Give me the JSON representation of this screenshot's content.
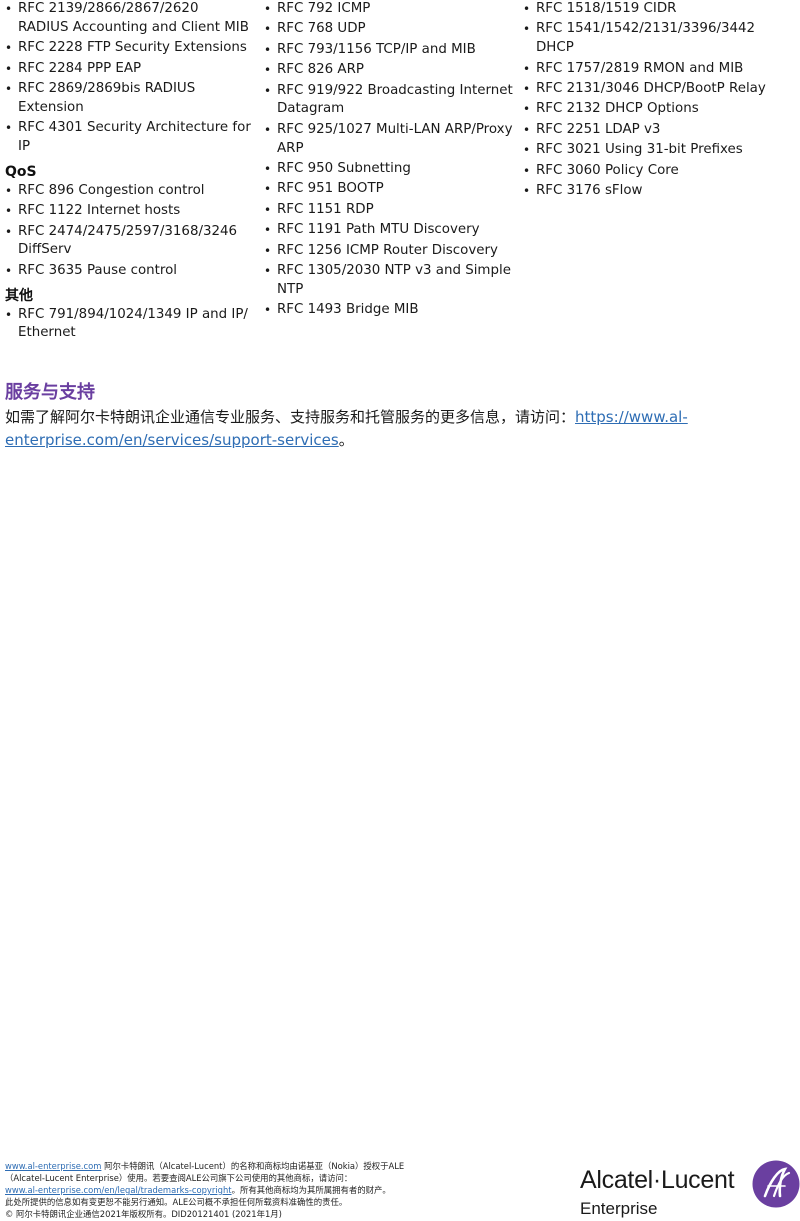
{
  "column1": {
    "list_top": [
      "RFC 2139/2866/2867/2620 RADIUS Accounting and Client MIB",
      "RFC 2228 FTP Security Extensions",
      "RFC 2284 PPP EAP",
      "RFC 2869/2869bis RADIUS Extension",
      "RFC 4301 Security Architecture for IP"
    ],
    "qos_heading": "QoS",
    "qos_items": [
      "RFC 896 Congestion control",
      "RFC 1122 Internet hosts",
      "RFC 2474/2475/2597/3168/3246 DiffServ",
      "RFC 3635 Pause control"
    ],
    "other_heading": "其他",
    "other_items": [
      "RFC 791/894/1024/1349 IP and IP/ Ethernet"
    ]
  },
  "column2": {
    "items": [
      "RFC 792 ICMP",
      "RFC 768 UDP",
      "RFC 793/1156 TCP/IP and MIB",
      "RFC 826 ARP",
      "RFC 919/922 Broadcasting Internet Datagram",
      "RFC 925/1027 Multi-LAN ARP/Proxy ARP",
      "RFC 950 Subnetting",
      "RFC 951 BOOTP",
      "RFC 1151 RDP",
      "RFC 1191 Path MTU Discovery",
      "RFC 1256 ICMP Router Discovery",
      "RFC 1305/2030 NTP v3 and Simple NTP",
      "RFC 1493 Bridge MIB"
    ]
  },
  "column3": {
    "items": [
      "RFC 1518/1519 CIDR",
      "RFC 1541/1542/2131/3396/3442 DHCP",
      "RFC 1757/2819 RMON and MIB",
      "RFC 2131/3046 DHCP/BootP Relay",
      "RFC 2132 DHCP Options",
      "RFC 2251 LDAP v3",
      "RFC 3021 Using 31-bit Prefixes",
      "RFC 3060 Policy Core",
      "RFC 3176 sFlow"
    ]
  },
  "services": {
    "title": "服务与支持",
    "text": "如需了解阿尔卡特朗讯企业通信专业服务、支持服务和托管服务的更多信息，请访问：",
    "link": "https://www.al-enterprise.com/en/services/support-services",
    "end": "。"
  },
  "footer": {
    "site_link": "www.al-enterprise.com",
    "line1": " 阿尔卡特朗讯（Alcatel-Lucent）的名称和商标均由诺基亚（Nokia）授权于ALE（Alcatel-Lucent Enterprise）使用。若要查阅ALE公司旗下公司使用的其他商标，请访问：",
    "trademark_link": "www.al-enterprise.com/en/legal/trademarks-copyright",
    "line2": "。所有其他商标均为其所属拥有者的财产。",
    "line3": "此处所提供的信息如有变更恕不能另行通知。ALE公司概不承担任何所载资料准确性的责任。",
    "line4": "© 阿尔卡特朗讯企业通信2021年版权所有。DID20121401 (2021年1月)"
  },
  "logo": {
    "brand": "Alcatel·Lucent",
    "sub": "Enterprise",
    "accent_color": "#6a3fa0"
  }
}
